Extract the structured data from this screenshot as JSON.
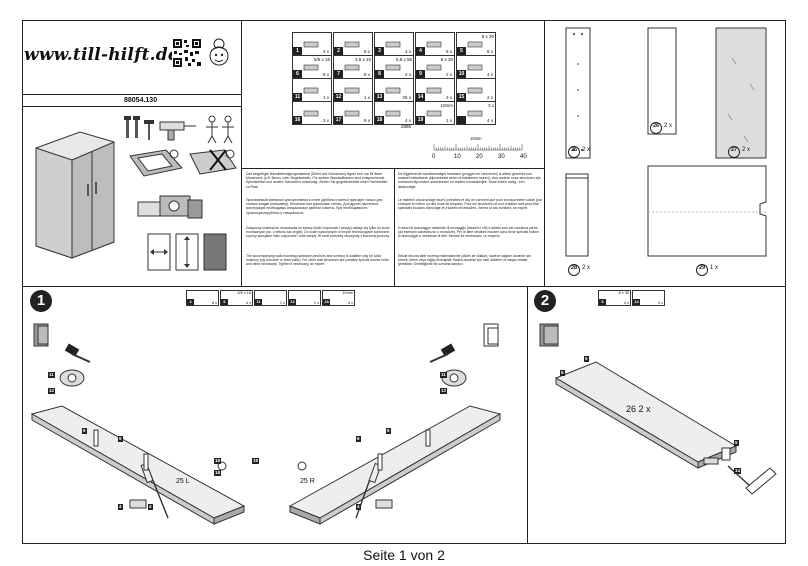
{
  "brand": {
    "logo_text": "www.till-hilft.de"
  },
  "article_number": "88054.130",
  "footer": {
    "page": "Seite 1 von 2"
  },
  "steps": {
    "one": "1",
    "two": "2"
  },
  "parts": [
    {
      "n": "1",
      "qty": "4 x",
      "spec": ""
    },
    {
      "n": "2",
      "qty": "8 x",
      "spec": "",
      "code": "2827"
    },
    {
      "n": "3",
      "qty": "4 x",
      "spec": "",
      "code": "1601"
    },
    {
      "n": "4",
      "qty": "8 x",
      "spec": "",
      "code": "1610"
    },
    {
      "n": "5",
      "qty": "8 x",
      "spec": "8 x 30",
      "code": "2861"
    },
    {
      "n": "6",
      "qty": "8 x",
      "spec": "5/5 x 16",
      "code": "2821"
    },
    {
      "n": "7",
      "qty": "8 x",
      "spec": "3,5 x 15",
      "code": "2804"
    },
    {
      "n": "8",
      "qty": "2 x",
      "spec": "5,8 x 55",
      "code": "2840"
    },
    {
      "n": "9",
      "qty": "2 x",
      "spec": "8 x 30",
      "code": "2842"
    },
    {
      "n": "10",
      "qty": "4 x",
      "spec": "",
      "code": "2865"
    },
    {
      "n": "11",
      "qty": "1 x",
      "spec": "",
      "code": "2881"
    },
    {
      "n": "12",
      "qty": "1 x",
      "spec": "",
      "code": "2880"
    },
    {
      "n": "13",
      "qty": "25 x",
      "spec": "",
      "code": "2862"
    },
    {
      "n": "14",
      "qty": "3 x",
      "spec": "",
      "code": "2863"
    },
    {
      "n": "15",
      "qty": "2 x",
      "spec": "",
      "code": "1098"
    },
    {
      "n": "16",
      "qty": "2 x",
      "spec": ""
    },
    {
      "n": "17",
      "qty": "5 x",
      "spec": ""
    },
    {
      "n": "18",
      "qty": "4 x",
      "spec": "",
      "code": "2885"
    },
    {
      "n": "19",
      "qty": "1 x",
      "spec": "10mm"
    },
    {
      "n": "",
      "qty": "4 x",
      "spec": "3 x"
    }
  ],
  "ruler": {
    "unit_label": "10mm",
    "ticks": [
      "0",
      "10",
      "20",
      "30",
      "40"
    ]
  },
  "panels": [
    {
      "n": "25",
      "qty": "2 x"
    },
    {
      "n": "26",
      "qty": "2 x"
    },
    {
      "n": "27",
      "qty": "2 x"
    },
    {
      "n": "28",
      "qty": "2 x"
    },
    {
      "n": "29",
      "qty": "1 x"
    }
  ],
  "texts": [
    "Das beigefügte Wandbefestigungsmaterial (Dübel und Schrauben) eignet sich nur für feste Mauerwerk (z.B. Beton- oder Ziegelwände). Für andere Wandaufbauten sind entsprechende Spezialdübel und andere Schrauben notwendig. Ziehen Sie gegebenenfalls einen Fachbetrieb zu Rate.",
    "De bijgeleverde wandbevestiger hardware (pluggen en schroeven) is alleen geschikt voor massief metselwerk (bijvoorbeeld beton of bakstenen muren). Voor andere muur structuren zijn eventueel bijzondere ankerbouten en andere noodzakelijke. Draai indien nodig...een deskundige.",
    "Прилагаемый материал для крепления к стене (дюбели и винты) пригоден только для полных кладки (например). Бетонные или кирпичные стены). Для других настенных конструкций необходимы специальные дюбели и винты. При необходимости проконсультируйтесь у специалиста.",
    "Le matériel d'accrochage fourni (chevilles et vis) ne convient que pour la maçonnerie solide (par exemple en béton ou des murs de briques). Pour les structures de mur d'autres sont peut-être spéciales boulons d'ancrage et d'autres nécessaires. Serrez la cas échéant, un expert.",
    "Załączony materiał do mocowania do ściany (kołki rozporowe i wkręty) nadaje się tylko do ścian murowanych (np. z betonu lub cegieł). Do ścian wykonanych w innych technologiach konieczne są inny specjalne kołki rozporowe i inne wkręty. W razie potrzeby skorzystaj z fachowej pomocy.",
    "Il mezzi di ancoraggio materiale di montaggio (tasselli e viti) è adatto solo per muratura piena (ad esempio calcestruzzo o murature). Per le altre strutture murarie sono forse speciali bulloni di ancoraggio e necessari di altri. Serrare se necessario, un esperto.",
    "The accompanying wall-mounting hardware (anchors and screws) is suitable only for solid masonry (eg concrete or brick walls). For other wall structures are possibly special anchor bolts and other necessary. Tighten if necessary, an expert.",
    "Ebiole decora tabit moreng materiałownie (dübel se vidalar), sadece sağlam duvarlar için (örnek: beton veya tuğla) elverişlidir. Başka duvarlar için özel dübeller ve başka vidalar gereklidir. Gerektiğinde bir uzmana danışın."
  ],
  "step1": {
    "parts_bar": [
      {
        "n": "4",
        "qty": "8 x",
        "code": "1610"
      },
      {
        "n": "6",
        "qty": "4 x",
        "spec": "5/5 x 16",
        "code": "2821"
      },
      {
        "n": "11",
        "qty": "1 x",
        "code": "2881"
      },
      {
        "n": "12",
        "qty": "1 x",
        "code": "2880"
      },
      {
        "n": "18",
        "qty": "4 x",
        "spec": "10mm",
        "code": "2885"
      }
    ],
    "left_label": "25 L",
    "right_label": "25 R",
    "tags": [
      "4",
      "6",
      "11",
      "12",
      "18",
      "6",
      "18",
      "4",
      "6",
      "11",
      "12",
      "4",
      "18",
      "6"
    ]
  },
  "step2": {
    "parts_bar": [
      {
        "n": "5",
        "qty": "4 x",
        "spec": "8 x 30",
        "code": "2861"
      },
      {
        "n": "14",
        "qty": "3 x",
        "code": "2863"
      }
    ],
    "board_label": "26 2 x",
    "tags": [
      "5",
      "5",
      "5",
      "14"
    ]
  }
}
